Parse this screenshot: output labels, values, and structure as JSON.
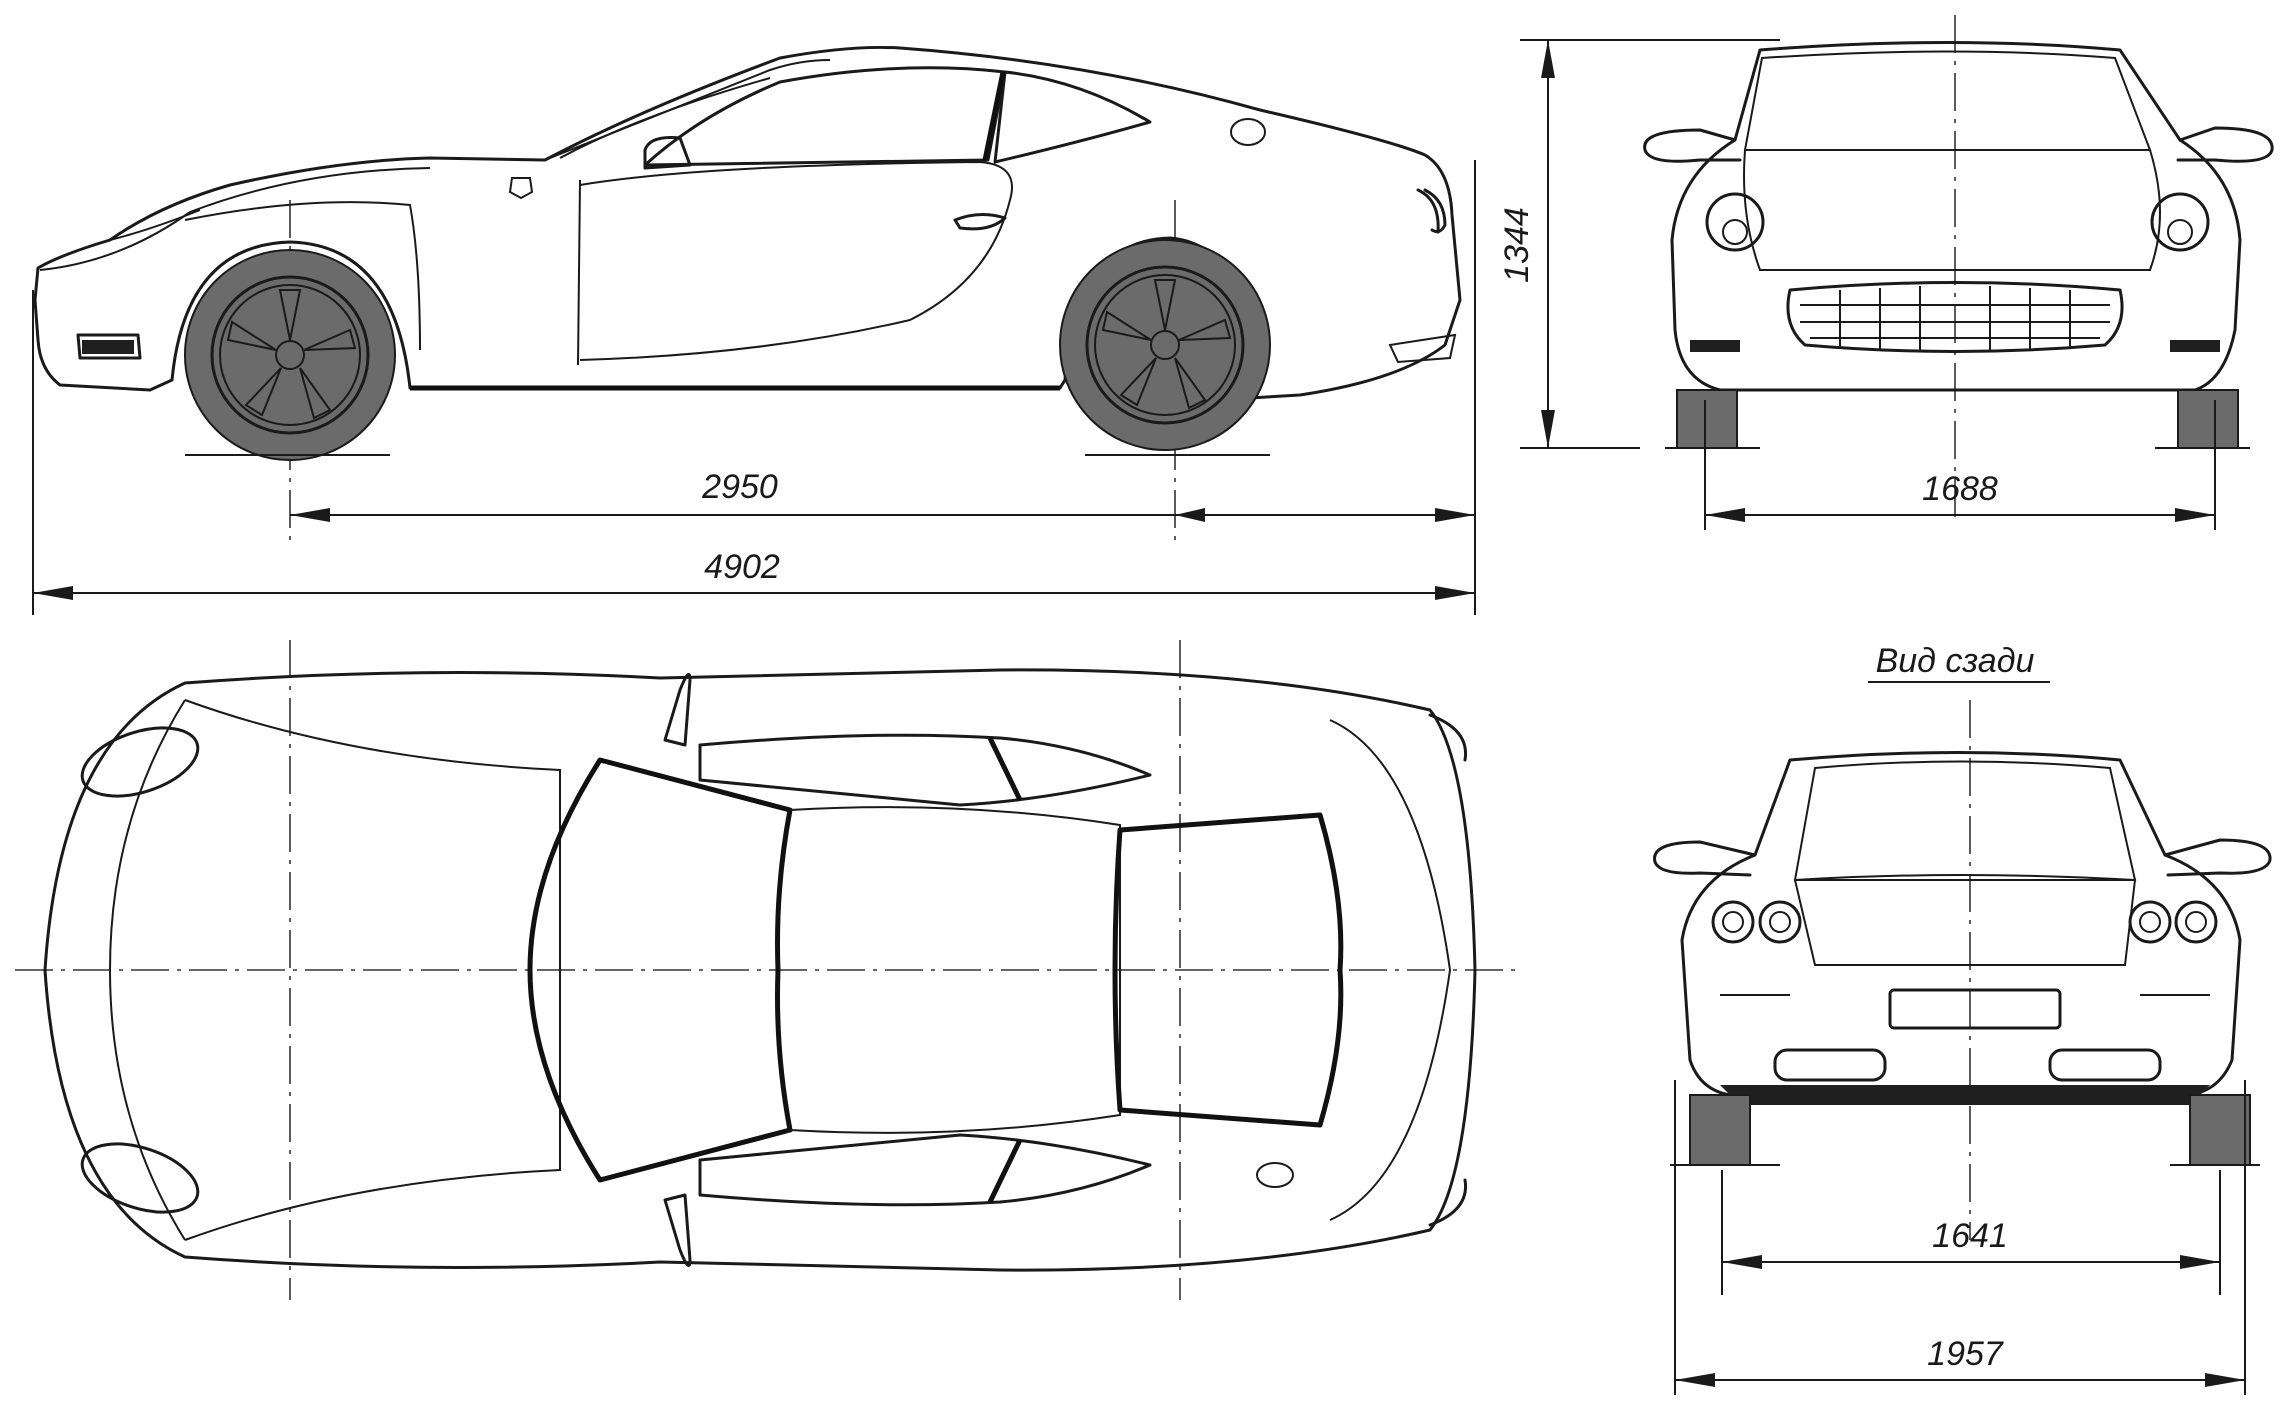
{
  "dimensions": {
    "wheelbase": "2950",
    "overall_length": "4902",
    "height": "1344",
    "front_track": "1688",
    "rear_track": "1641",
    "overall_width": "1957"
  },
  "captions": {
    "rear_view": "Вид сзади"
  }
}
